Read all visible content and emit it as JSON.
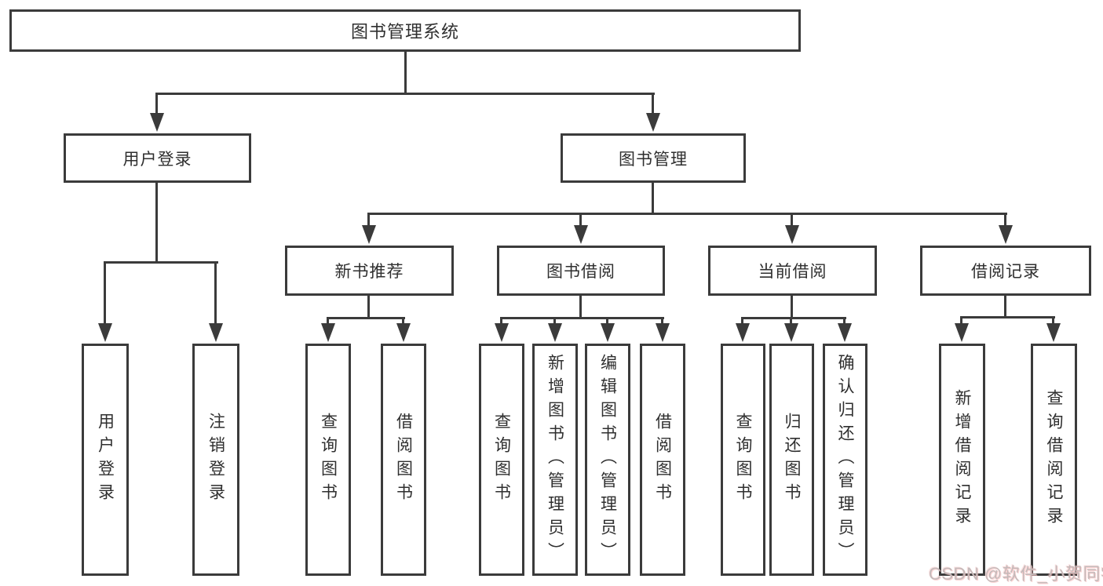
{
  "nodes": {
    "root": "图书管理系统",
    "user_login": "用户登录",
    "book_management": "图书管理",
    "new_book_recommend": "新书推荐",
    "book_borrow": "图书借阅",
    "current_borrow": "当前借阅",
    "borrow_records": "借阅记录",
    "user_login_leaf": "用户登录",
    "logout_login": "注销登录",
    "nb_query_books": "查询图书",
    "nb_borrow_books": "借阅图书",
    "bb_query_books": "查询图书",
    "bb_add_books": "新增图书（管理员）",
    "bb_edit_books": "编辑图书（管理员）",
    "bb_borrow_books": "借阅图书",
    "cb_query_books": "查询图书",
    "cb_return_books": "归还图书",
    "cb_confirm_return": "确认归还（管理员）",
    "br_add_record": "新增借阅记录",
    "br_query_record": "查询借阅记录"
  },
  "hierarchy": {
    "图书管理系统": {
      "用户登录": [
        "用户登录",
        "注销登录"
      ],
      "图书管理": {
        "新书推荐": [
          "查询图书",
          "借阅图书"
        ],
        "图书借阅": [
          "查询图书",
          "新增图书（管理员）",
          "编辑图书（管理员）",
          "借阅图书"
        ],
        "当前借阅": [
          "查询图书",
          "归还图书",
          "确认归还（管理员）"
        ],
        "借阅记录": [
          "新增借阅记录",
          "查询借阅记录"
        ]
      }
    }
  },
  "watermark": "CSDN @软件_小贺同学",
  "colors": {
    "line": "#3b3b3b",
    "text": "#2f2f2f",
    "box_fill": "#ffffff",
    "background": "#ffffff",
    "watermark_text": "#c4baba"
  }
}
